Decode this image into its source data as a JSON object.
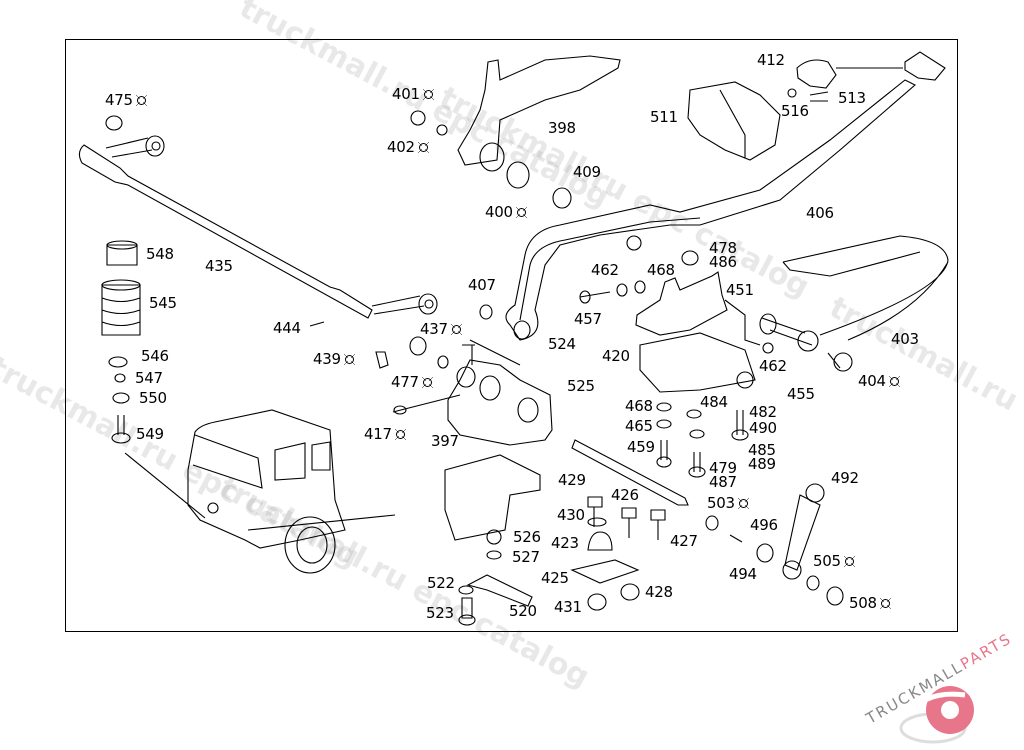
{
  "watermarks": [
    "truckmall.ru epc catalog",
    "truckmall.ru epc catalog",
    "truckmall.ru epc catalog",
    "truckmall.ru epc catalog",
    "truckmall.ru epc catalog"
  ],
  "logo": {
    "brand_main": "TRUCKMALL",
    "brand_accent": "PARTS",
    "accent_color": "#e8768a"
  },
  "callouts": [
    {
      "num": "475",
      "marked": true
    },
    {
      "num": "401",
      "marked": true
    },
    {
      "num": "402",
      "marked": true
    },
    {
      "num": "398",
      "marked": false
    },
    {
      "num": "400",
      "marked": true
    },
    {
      "num": "409",
      "marked": false
    },
    {
      "num": "412",
      "marked": false
    },
    {
      "num": "513",
      "marked": false
    },
    {
      "num": "516",
      "marked": false
    },
    {
      "num": "511",
      "marked": false
    },
    {
      "num": "406",
      "marked": false
    },
    {
      "num": "548",
      "marked": false
    },
    {
      "num": "435",
      "marked": false
    },
    {
      "num": "545",
      "marked": false
    },
    {
      "num": "407",
      "marked": false
    },
    {
      "num": "478",
      "marked": false
    },
    {
      "num": "486",
      "marked": false
    },
    {
      "num": "462",
      "marked": false
    },
    {
      "num": "468",
      "marked": false
    },
    {
      "num": "451",
      "marked": false
    },
    {
      "num": "457",
      "marked": false
    },
    {
      "num": "444",
      "marked": false
    },
    {
      "num": "437",
      "marked": true
    },
    {
      "num": "403",
      "marked": false
    },
    {
      "num": "524",
      "marked": false
    },
    {
      "num": "546",
      "marked": false
    },
    {
      "num": "439",
      "marked": true
    },
    {
      "num": "420",
      "marked": false
    },
    {
      "num": "462",
      "marked": false
    },
    {
      "num": "547",
      "marked": false
    },
    {
      "num": "477",
      "marked": true
    },
    {
      "num": "525",
      "marked": false
    },
    {
      "num": "404",
      "marked": true
    },
    {
      "num": "455",
      "marked": false
    },
    {
      "num": "550",
      "marked": false
    },
    {
      "num": "468",
      "marked": false
    },
    {
      "num": "484",
      "marked": false
    },
    {
      "num": "482",
      "marked": false
    },
    {
      "num": "490",
      "marked": false
    },
    {
      "num": "465",
      "marked": false
    },
    {
      "num": "417",
      "marked": true
    },
    {
      "num": "549",
      "marked": false
    },
    {
      "num": "397",
      "marked": false
    },
    {
      "num": "459",
      "marked": false
    },
    {
      "num": "485",
      "marked": false
    },
    {
      "num": "489",
      "marked": false
    },
    {
      "num": "479",
      "marked": false
    },
    {
      "num": "487",
      "marked": false
    },
    {
      "num": "492",
      "marked": false
    },
    {
      "num": "429",
      "marked": false
    },
    {
      "num": "426",
      "marked": false
    },
    {
      "num": "503",
      "marked": true
    },
    {
      "num": "430",
      "marked": false
    },
    {
      "num": "496",
      "marked": false
    },
    {
      "num": "526",
      "marked": false
    },
    {
      "num": "423",
      "marked": false
    },
    {
      "num": "427",
      "marked": false
    },
    {
      "num": "527",
      "marked": false
    },
    {
      "num": "505",
      "marked": true
    },
    {
      "num": "425",
      "marked": false
    },
    {
      "num": "494",
      "marked": false
    },
    {
      "num": "522",
      "marked": false
    },
    {
      "num": "428",
      "marked": false
    },
    {
      "num": "520",
      "marked": false
    },
    {
      "num": "508",
      "marked": true
    },
    {
      "num": "431",
      "marked": false
    },
    {
      "num": "523",
      "marked": false
    }
  ]
}
